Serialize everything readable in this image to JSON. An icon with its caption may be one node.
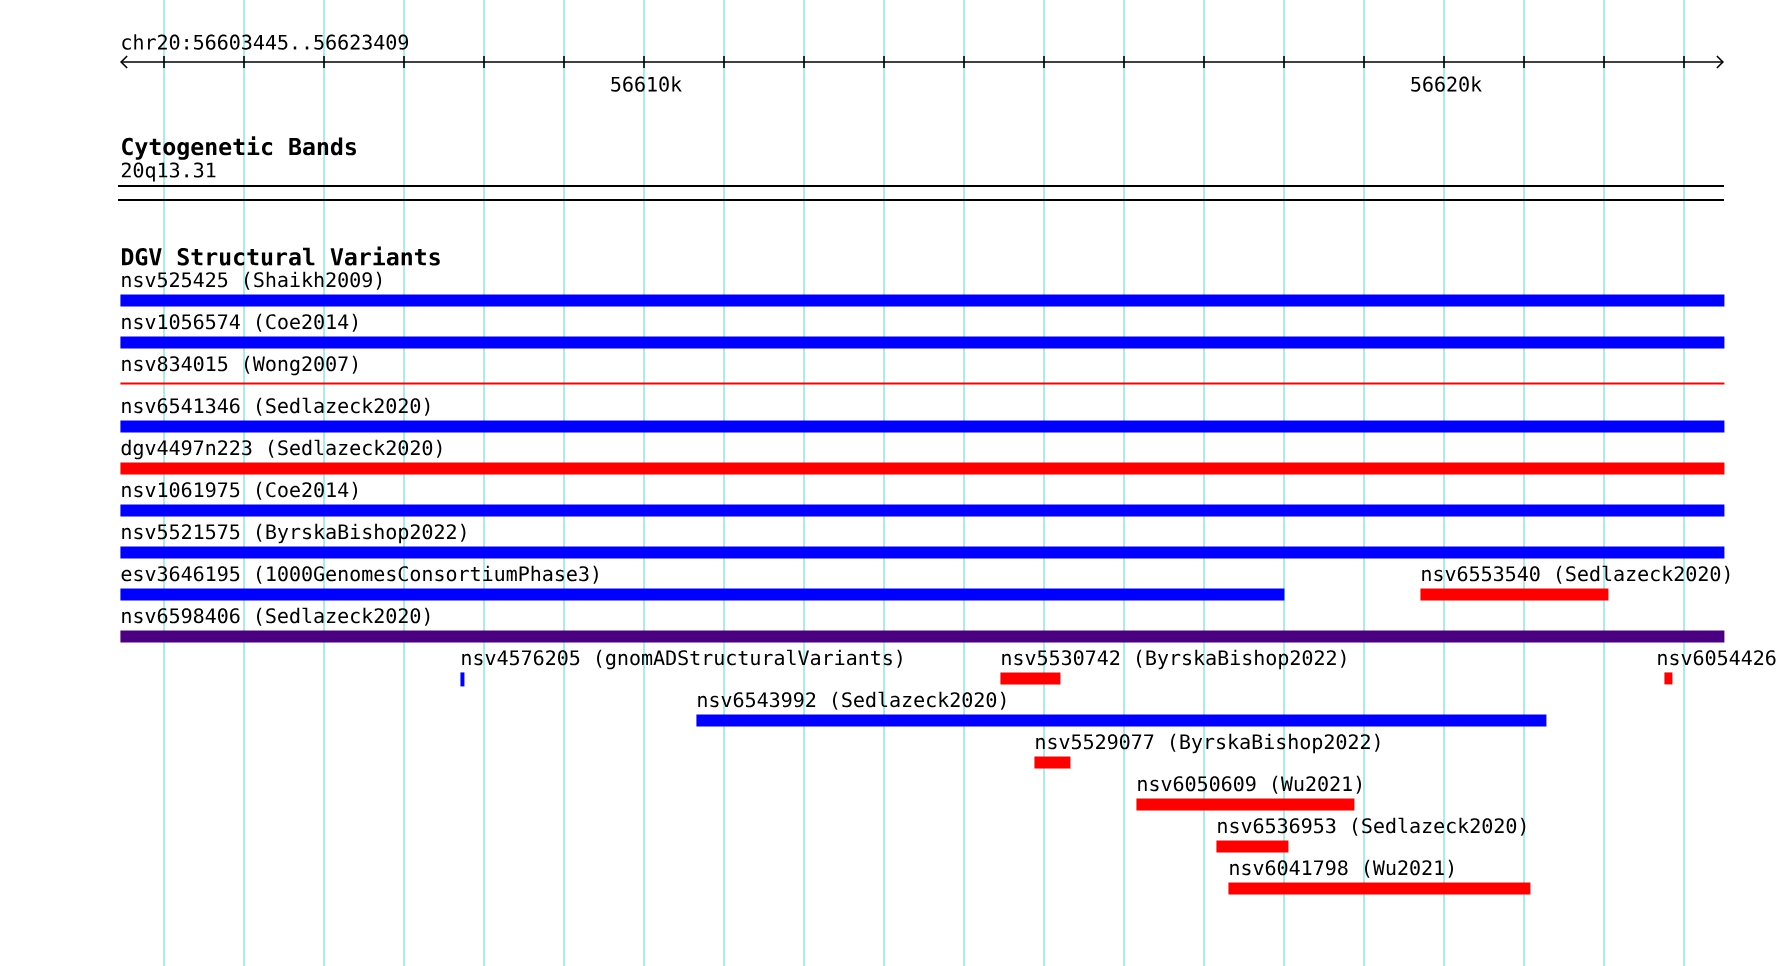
{
  "diagram": {
    "nodes": [
      {
        "text": [
          "nsv525425 (Shaikh2009)"
        ]
      },
      {
        "text": [
          "nsv1056574 (Coe2014)"
        ]
      },
      {
        "text": [
          "nsv834015 (Wong2007)"
        ]
      },
      {
        "text": [
          "nsv6541346 (Sedlazeck2020)"
        ]
      },
      {
        "text": [
          "dgv4497n223 (Sedlazeck2020)"
        ]
      },
      {
        "text": [
          "nsv1061975 (Coe2014)"
        ]
      },
      {
        "text": [
          "nsv5521575 (ByrskaBishop2022)"
        ]
      },
      {
        "text": [
          "esv3646195 (1000GenomesConsortiumPhase3)"
        ]
      },
      {
        "text": [
          "nsv6553540 (Sedlazeck2020)"
        ]
      },
      {
        "text": [
          "nsv6598406 (Sedlazeck2020)"
        ]
      },
      {
        "text": [
          "nsv4576205 (gnomADStructuralVariants)"
        ]
      },
      {
        "text": [
          "nsv5530742 (ByrskaBishop2022)"
        ]
      },
      {
        "text": [
          "nsv6054426"
        ]
      },
      {
        "text": [
          "nsv6543992 (Sedlazeck2020)"
        ]
      },
      {
        "text": [
          "nsv5529077 (ByrskaBishop2022)"
        ]
      },
      {
        "text": [
          "nsv6050609 (Wu2021)"
        ]
      },
      {
        "text": [
          "nsv6536953 (Sedlazeck2020)"
        ]
      },
      {
        "text": [
          "nsv6041798 (Wu2021)"
        ]
      }
    ],
    "labels": [
      "chr20:56603445..56623409",
      "56610k",
      "56620k",
      "Cytogenetic Bands",
      "20q13.31",
      "DGV Structural Variants"
    ]
  }
}
